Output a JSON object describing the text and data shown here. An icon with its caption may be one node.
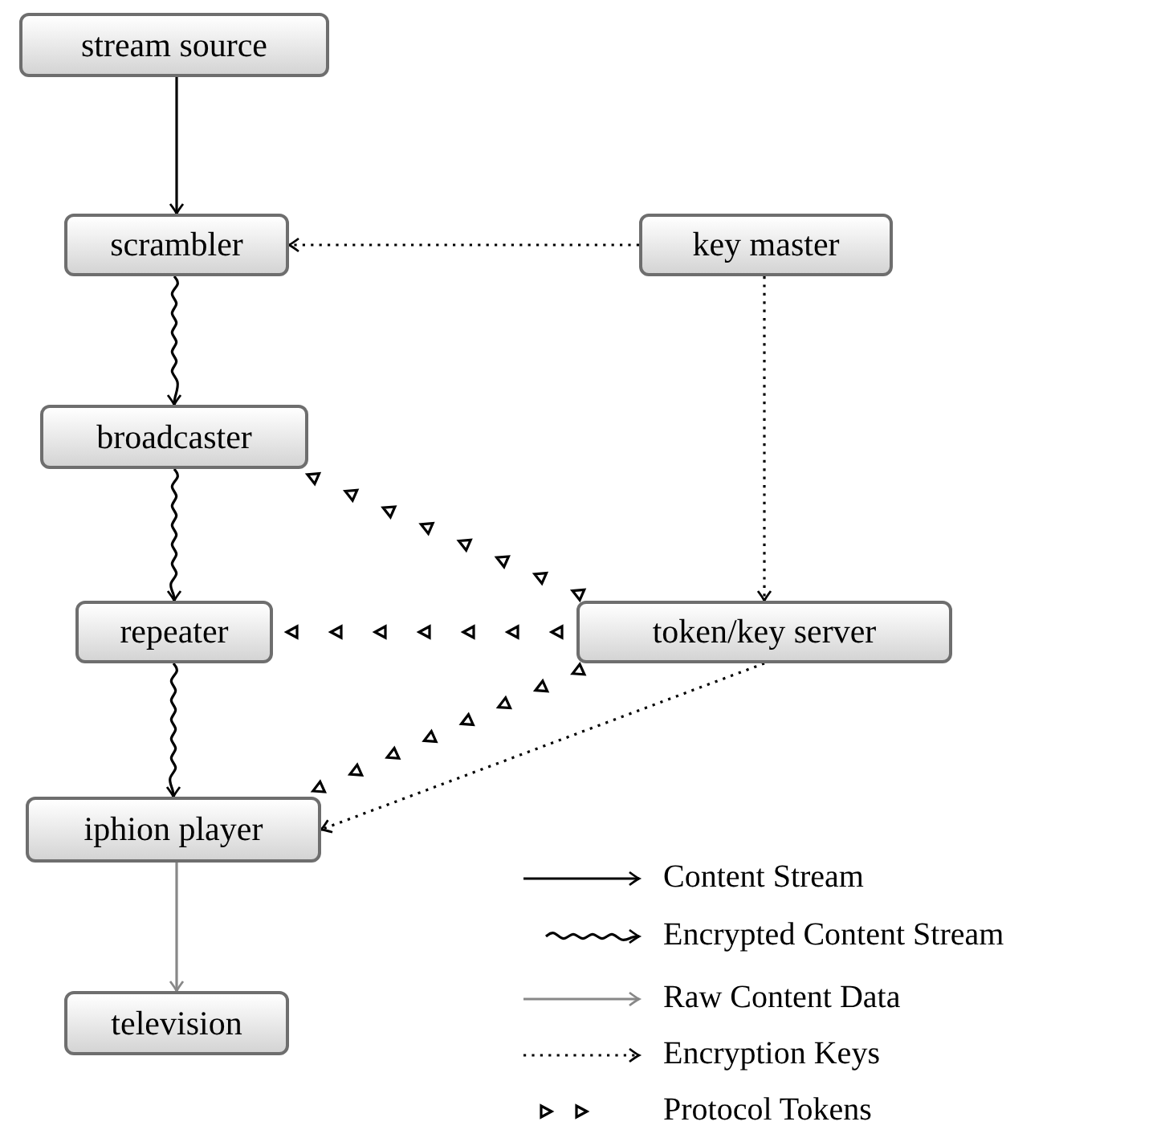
{
  "diagram": {
    "nodes": [
      {
        "text": [
          "stream source"
        ]
      },
      {
        "text": [
          "scrambler"
        ]
      },
      {
        "text": [
          "key master"
        ]
      },
      {
        "text": [
          "broadcaster"
        ]
      },
      {
        "text": [
          "repeater"
        ]
      },
      {
        "text": [
          "token/key server"
        ]
      },
      {
        "text": [
          "iphion player"
        ]
      },
      {
        "text": [
          "television"
        ]
      }
    ],
    "edges": [
      {
        "from": 0,
        "to": 1,
        "arrow": "to"
      },
      {
        "from": 2,
        "to": 1,
        "arrow": "to",
        "style": "dashed"
      },
      {
        "from": 1,
        "to": 3,
        "arrow": "to"
      },
      {
        "from": 5,
        "to": 3,
        "arrow": "to",
        "style": "dashed"
      },
      {
        "from": 2,
        "to": 5,
        "arrow": "to",
        "style": "dashed"
      },
      {
        "from": 5,
        "to": 4,
        "arrow": "to",
        "style": "dashed"
      },
      {
        "from": 3,
        "to": 4,
        "arrow": "to"
      },
      {
        "from": 5,
        "to": 6,
        "arrow": "to",
        "style": "dashed"
      },
      {
        "from": 5,
        "to": 6,
        "arrow": "to",
        "style": "dashed"
      },
      {
        "from": 4,
        "to": 6,
        "arrow": "to"
      },
      {
        "from": 6,
        "to": 7,
        "arrow": "to",
        "color": "#888888"
      }
    ],
    "legend": [
      {
        "text": "Content Stream"
      },
      {
        "text": "Encrypted Content Stream"
      },
      {
        "text": "Raw Content Data"
      },
      {
        "text": "Encryption Keys"
      },
      {
        "text": "Protocol Tokens"
      }
    ]
  }
}
